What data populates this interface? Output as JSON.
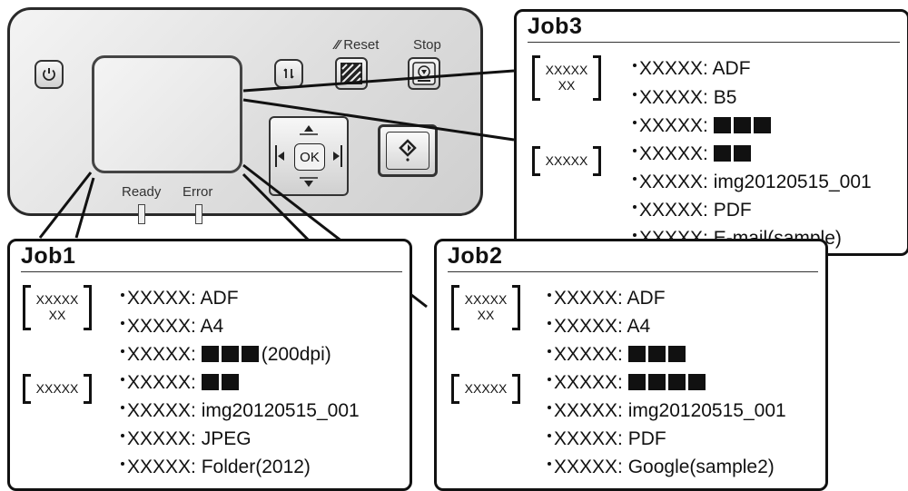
{
  "panel": {
    "reset_label": "Reset",
    "stop_label": "Stop",
    "ok_label": "OK",
    "ready_label": "Ready",
    "error_label": "Error"
  },
  "jobs": {
    "job1": {
      "title": "Job1",
      "bracket_top_line1": "XXXXX",
      "bracket_top_line2": "XX",
      "bracket_bottom": "XXXXX",
      "items": [
        "XXXXX: ADF",
        "XXXXX: A4",
        "XXXXX: ",
        "XXXXX: ",
        "XXXXX: img20120515_001",
        "XXXXX: JPEG",
        "XXXXX: Folder(2012)"
      ],
      "item3_suffix": "(200dpi)",
      "item3_blocks": 3,
      "item4_blocks": 2
    },
    "job2": {
      "title": "Job2",
      "bracket_top_line1": "XXXXX",
      "bracket_top_line2": "XX",
      "bracket_bottom": "XXXXX",
      "items": [
        "XXXXX: ADF",
        "XXXXX: A4",
        "XXXXX: ",
        "XXXXX: ",
        "XXXXX: img20120515_001",
        "XXXXX: PDF",
        "XXXXX: Google(sample2)"
      ],
      "item3_blocks": 3,
      "item4_blocks": 4
    },
    "job3": {
      "title": "Job3",
      "bracket_top_line1": "XXXXX",
      "bracket_top_line2": "XX",
      "bracket_bottom": "XXXXX",
      "items": [
        "XXXXX: ADF",
        "XXXXX: B5",
        "XXXXX: ",
        "XXXXX: ",
        "XXXXX: img20120515_001",
        "XXXXX: PDF",
        "XXXXX: E-mail(sample)"
      ],
      "item3_blocks": 3,
      "item4_blocks": 2
    }
  }
}
